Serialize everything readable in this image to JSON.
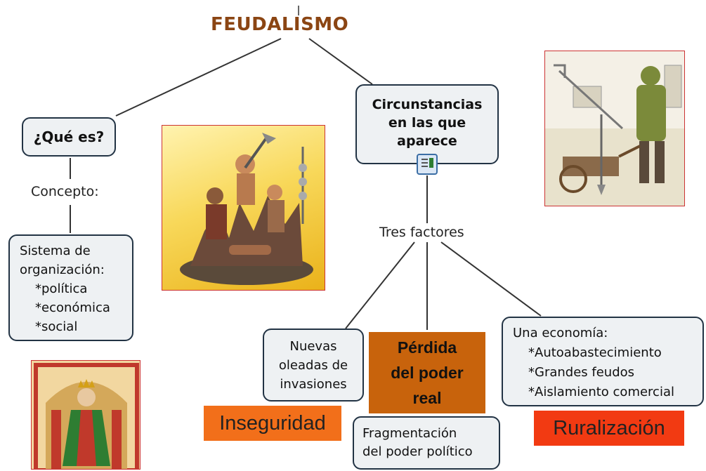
{
  "title": "FEUDALISMO",
  "nodes": {
    "que_es": "¿Qué es?",
    "circunstancias": "Circunstancias en las que aparece",
    "concepto_label": "Concepto:",
    "sistema": [
      "Sistema de",
      "organización:",
      "*política",
      "*económica",
      "*social"
    ],
    "tres_factores": "Tres factores",
    "nuevas_oleadas": [
      "Nuevas",
      "oleadas de",
      "invasiones"
    ],
    "perdida_poder": [
      "Pérdida",
      "del poder",
      "real"
    ],
    "economia": [
      "Una economía:",
      "*Autoabastecimiento",
      "*Grandes feudos",
      "*Aislamiento comercial"
    ],
    "fragmentacion": [
      "Fragmentación",
      "del poder político"
    ],
    "inseguridad": "Inseguridad",
    "ruralizacion": "Ruralización"
  },
  "images": {
    "battle": "warriors-battle-figurine",
    "peasant": "medieval-peasant-with-tools",
    "king": "enthroned-king-miniature"
  },
  "colors": {
    "title": "#8b4513",
    "perdida_bg": "#c8630c",
    "inseguridad_bg": "#f26f1a",
    "ruralizacion_bg": "#f23a12",
    "box_bg": "#eef1f3",
    "box_border": "#223344"
  }
}
